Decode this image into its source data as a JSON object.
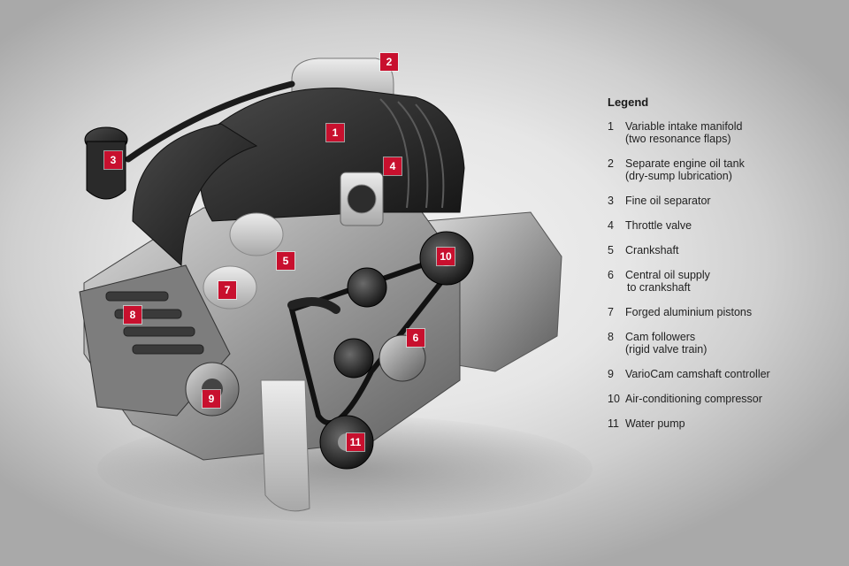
{
  "legend": {
    "title": "Legend",
    "items": [
      {
        "number": "1",
        "lines": [
          "Variable intake manifold",
          "(two resonance flaps)"
        ]
      },
      {
        "number": "2",
        "lines": [
          "Separate engine oil tank",
          "(dry-sump lubrication)"
        ]
      },
      {
        "number": "3",
        "lines": [
          "Fine oil separator"
        ]
      },
      {
        "number": "4",
        "lines": [
          "Throttle valve"
        ]
      },
      {
        "number": "5",
        "lines": [
          "Crankshaft"
        ]
      },
      {
        "number": "6",
        "lines": [
          "Central oil supply",
          "to crankshaft"
        ]
      },
      {
        "number": "7",
        "lines": [
          "Forged aluminium pistons"
        ]
      },
      {
        "number": "8",
        "lines": [
          "Cam followers",
          "(rigid valve train)"
        ]
      },
      {
        "number": "9",
        "lines": [
          "VarioCam camshaft controller"
        ]
      },
      {
        "number": "10",
        "lines": [
          "Air-conditioning compressor"
        ]
      },
      {
        "number": "11",
        "lines": [
          "Water pump"
        ]
      }
    ]
  },
  "markers": [
    "1",
    "2",
    "3",
    "4",
    "5",
    "6",
    "7",
    "8",
    "9",
    "10",
    "11"
  ],
  "colors": {
    "marker": "#c8102e",
    "marker_text": "#ffffff",
    "text": "#1a1a1a"
  }
}
